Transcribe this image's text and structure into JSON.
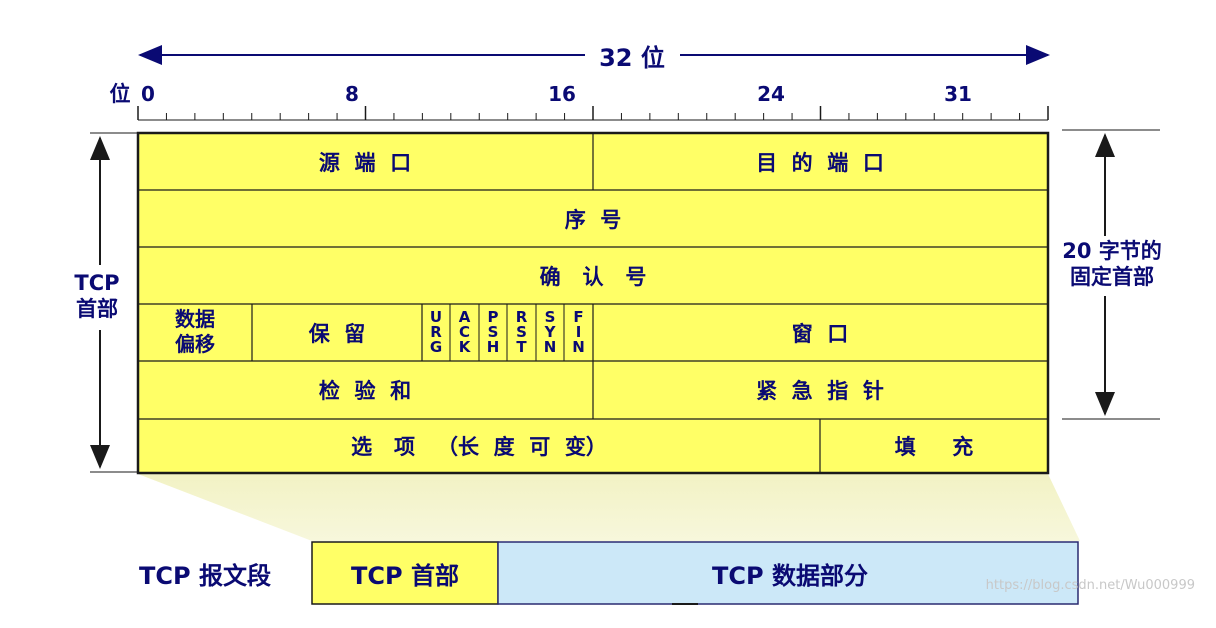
{
  "bits_label": "32 位",
  "bit_axis_label": "位",
  "bit_ticks": [
    "0",
    "8",
    "16",
    "24",
    "31"
  ],
  "left_brace_label_line1": "TCP",
  "left_brace_label_line2": "首部",
  "right_brace_label_line1": "20 字节的",
  "right_brace_label_line2": "固定首部",
  "rows": {
    "source_port": "源  端  口",
    "dest_port": "目  的  端  口",
    "sequence": "序  号",
    "ack_number": "确   认   号",
    "data_offset_line1": "数据",
    "data_offset_line2": "偏移",
    "reserved": "保  留",
    "flags": [
      "URG",
      "ACK",
      "PSH",
      "RST",
      "SYN",
      "FIN"
    ],
    "window": "窗  口",
    "checksum": "检  验  和",
    "urgent_pointer": "紧  急  指  针",
    "options": "选   项   （长  度  可  变）",
    "padding": "填     充"
  },
  "segment": {
    "label": "TCP 报文段",
    "header": "TCP 首部",
    "data": "TCP 数据部分"
  },
  "watermark": "https://blog.csdn.net/Wu000999",
  "colors": {
    "header_fill": "#ffff66",
    "data_fill": "#cce8f8",
    "text": "#0a0a73",
    "line": "#1a1a1a"
  }
}
